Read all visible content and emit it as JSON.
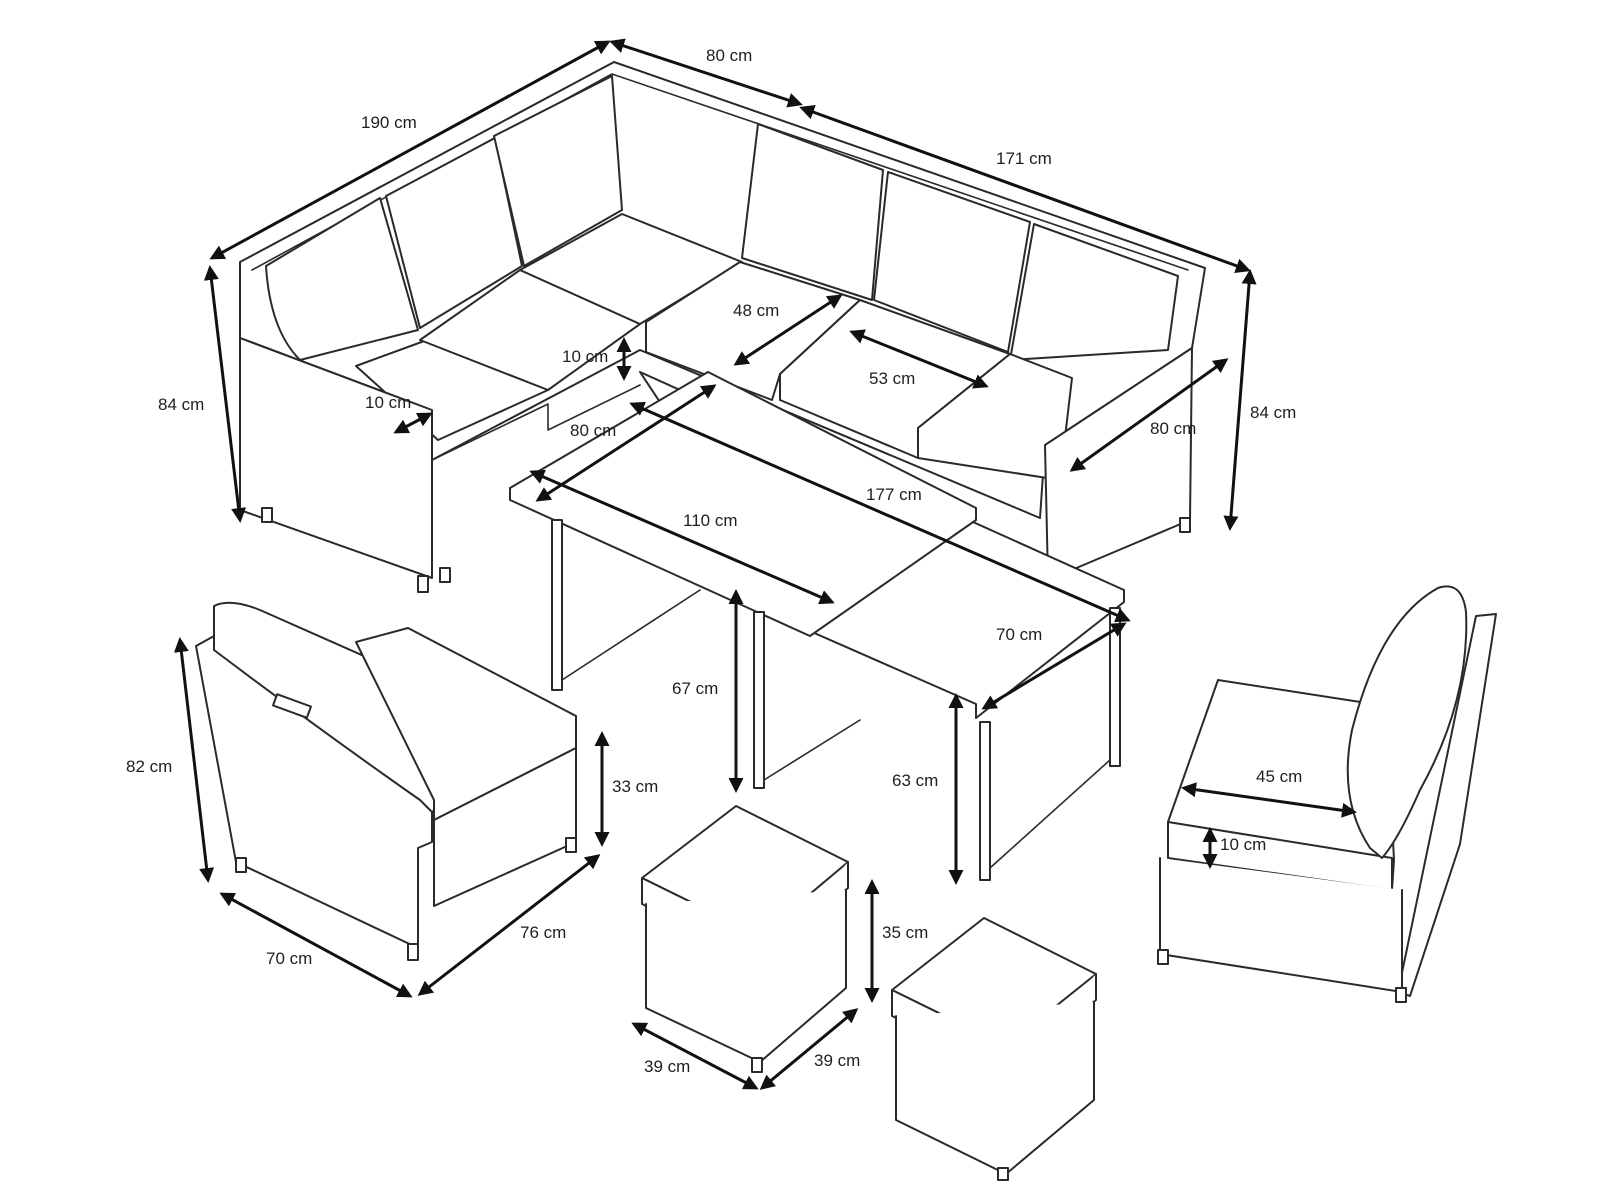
{
  "colors": {
    "line": "#2a2a2a",
    "arrow": "#111111",
    "text": "#1f1f1f",
    "background": "#ffffff"
  },
  "icons": [
    "double-headed-arrow"
  ],
  "dimensions": {
    "sofa_back_left": "190 cm",
    "sofa_corner": "80 cm",
    "sofa_back_right": "171 cm",
    "sofa_height_left": "84 cm",
    "sofa_height_right": "84 cm",
    "sofa_depth_right": "80 cm",
    "seat_depth": "48 cm",
    "seat_width": "53 cm",
    "cushion_thickness": "10 cm",
    "armrest_width": "10 cm",
    "table_depth": "80 cm",
    "table_width_closed": "110 cm",
    "table_width_extended": "177 cm",
    "table_extension_depth": "70 cm",
    "table_height": "67 cm",
    "table_extension_height": "63 cm",
    "chair_height": "82 cm",
    "chair_seat_height": "33 cm",
    "chair_width": "70 cm",
    "chair_depth": "76 cm",
    "stool_height": "35 cm",
    "stool_width": "39 cm",
    "stool_depth": "39 cm",
    "armless_seat_width": "45 cm",
    "armless_cushion_thickness": "10 cm"
  }
}
